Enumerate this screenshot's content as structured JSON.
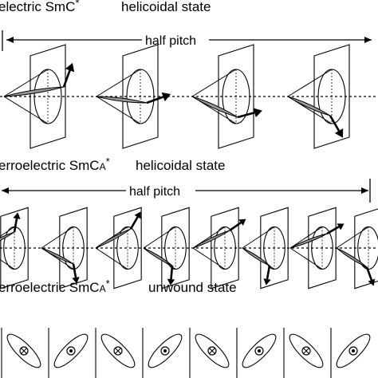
{
  "panels": [
    {
      "title_prefix": "electric SmC",
      "title_sub": "",
      "title_suffix": "*",
      "state": "helicoidal state",
      "pitch_label": "half pitch"
    },
    {
      "title_prefix": "erroelectric SmC",
      "title_sub": "A",
      "title_suffix": "*",
      "state": "helicoidal state",
      "pitch_label": "half pitch"
    },
    {
      "title_prefix": "erroelectric SmC",
      "title_sub": "A",
      "title_suffix": "*",
      "state": "unwound state",
      "pitch_label": ""
    }
  ],
  "colors": {
    "ink": "#000000",
    "shade": "#9a9a9a",
    "background": "#ffffff"
  },
  "icons": {
    "dot": "dot-in-circle-icon",
    "cross": "cross-in-circle-icon"
  },
  "unwound_marks": [
    "cross",
    "dot",
    "cross",
    "dot",
    "cross",
    "dot",
    "cross",
    "dot"
  ]
}
